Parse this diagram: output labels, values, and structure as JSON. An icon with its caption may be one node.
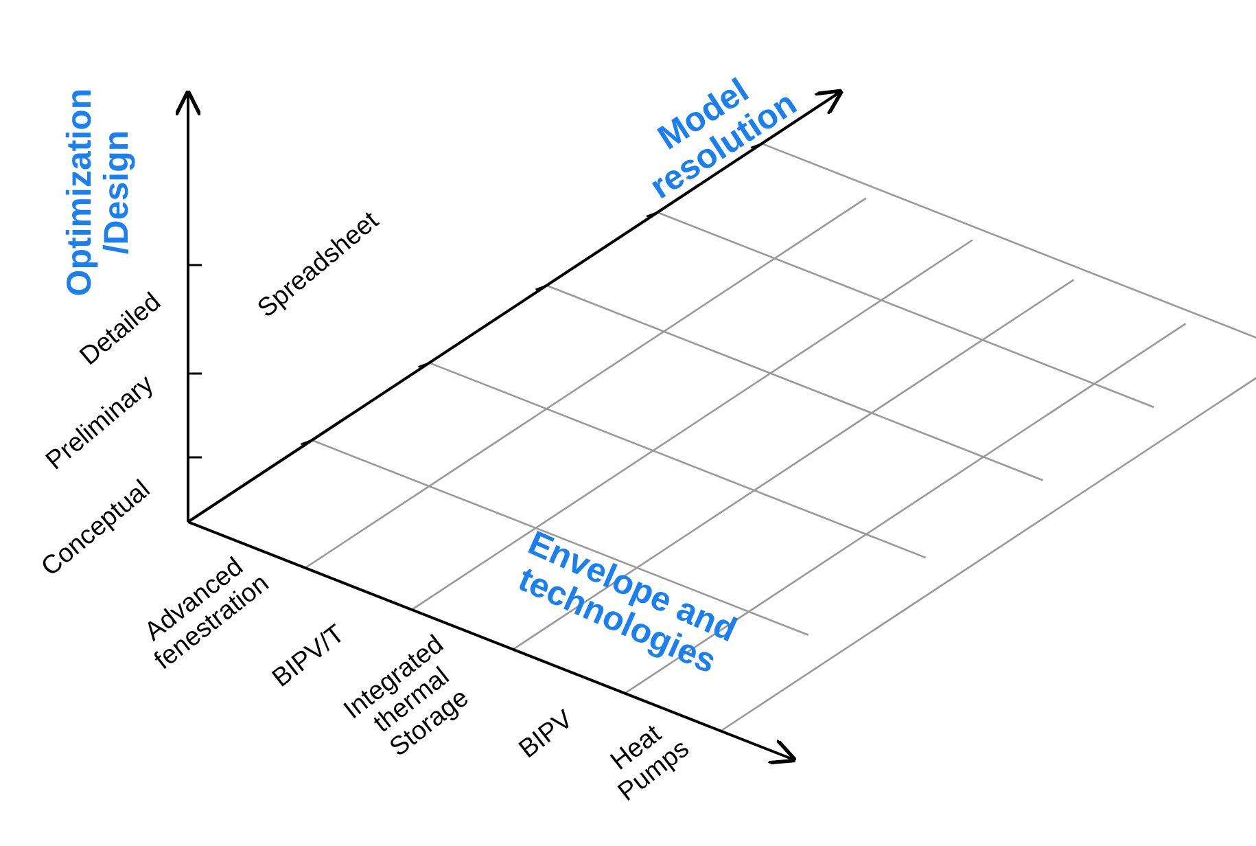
{
  "diagram": {
    "labels": [
      "Optimization /Design",
      "Model resolution",
      "Detailed",
      "Preliminary",
      "Conceptual",
      "Spreadsheet",
      "Envelope and technologies",
      "Advanced fenestration",
      "BIPV/T",
      "Integrated thermal Storage",
      "BIPV",
      "Heat Pumps"
    ]
  }
}
